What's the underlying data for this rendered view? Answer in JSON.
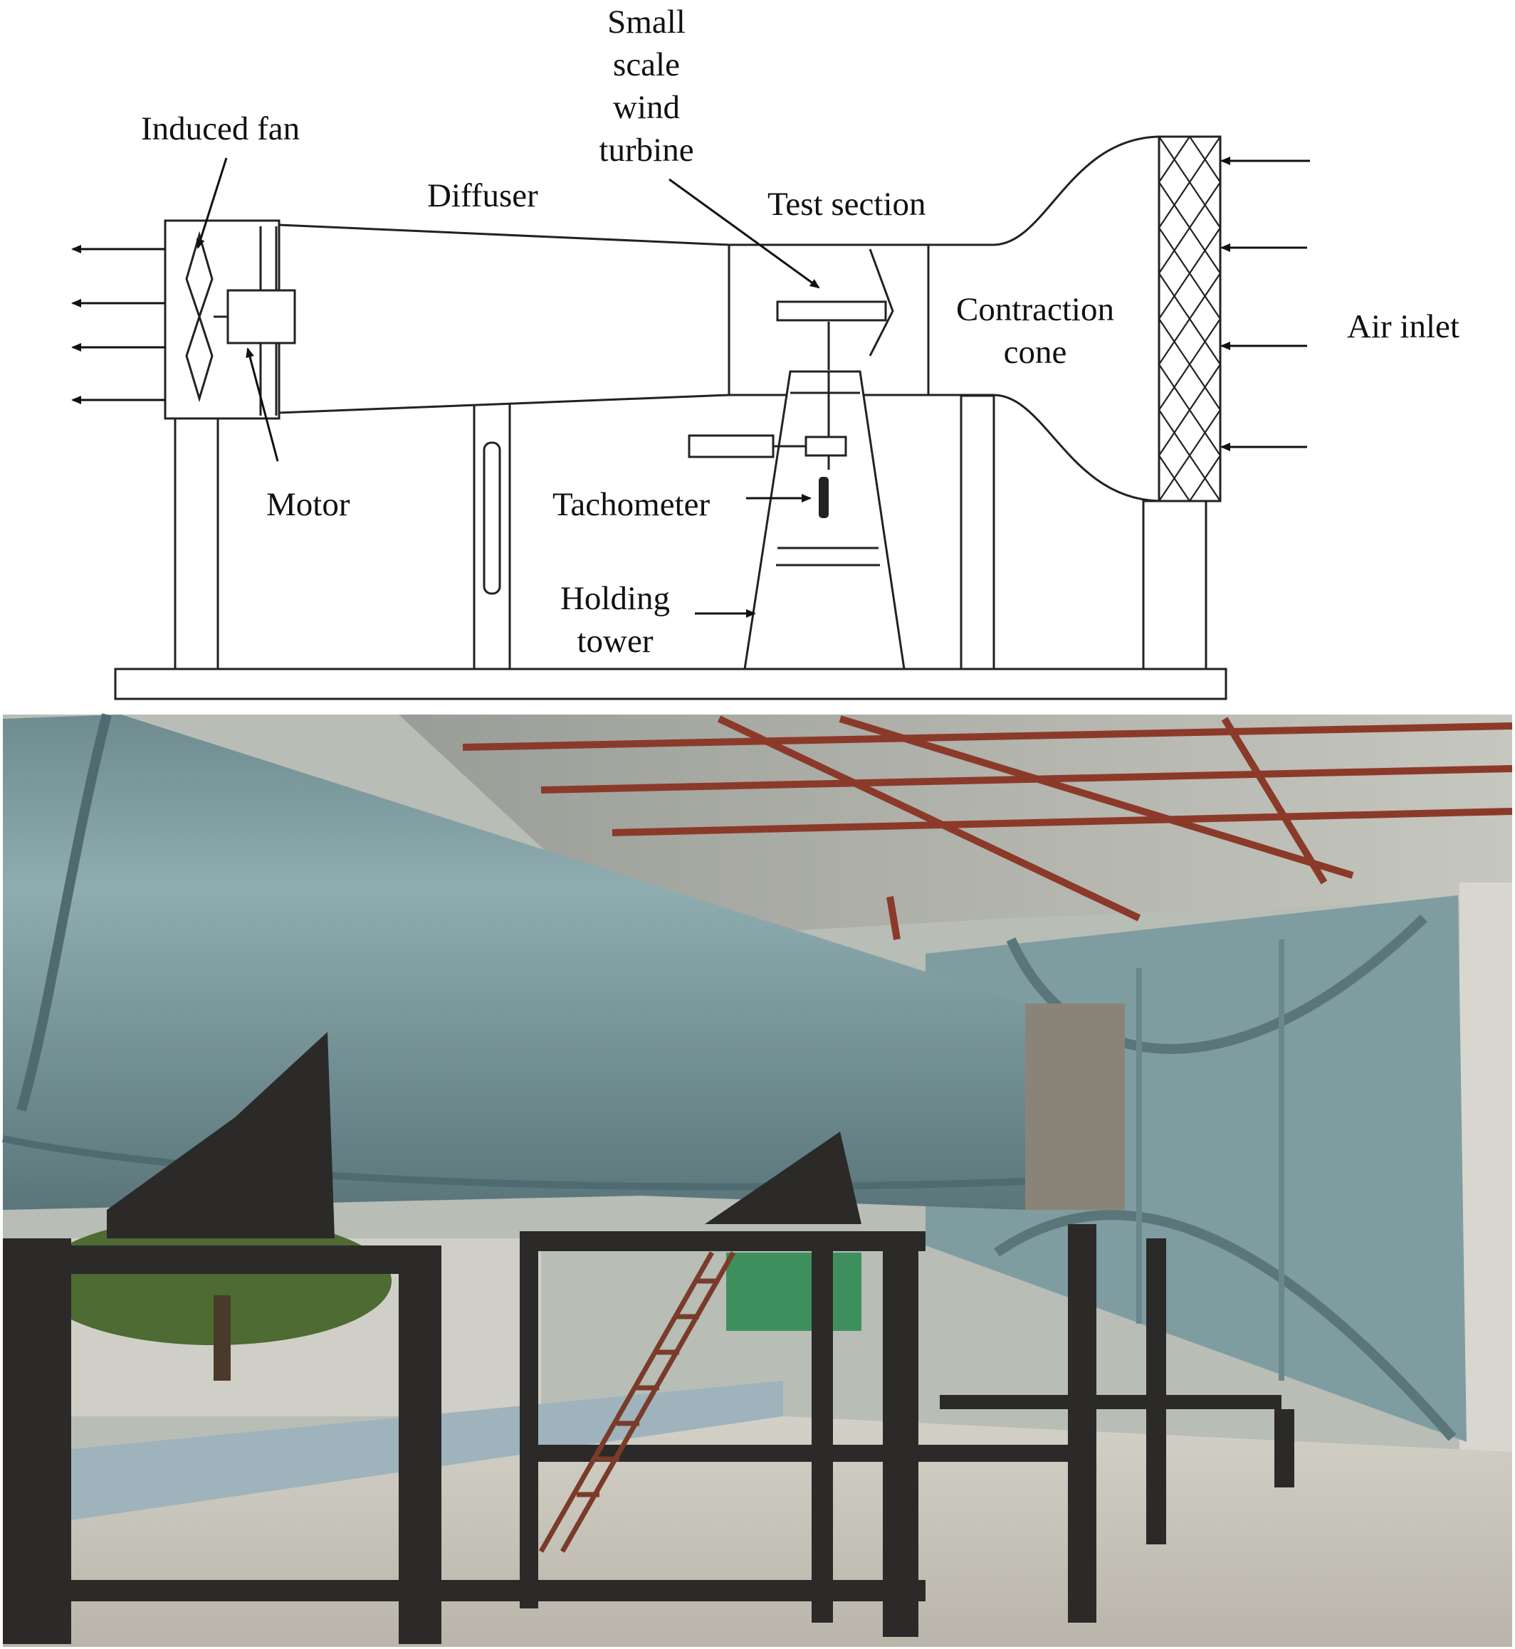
{
  "diagram": {
    "labels": {
      "induced_fan": "Induced fan",
      "diffuser": "Diffuser",
      "small_scale_wind_turbine": [
        "Small",
        "scale",
        "wind",
        "turbine"
      ],
      "test_section": "Test section",
      "contraction_cone": [
        "Contraction",
        "cone"
      ],
      "air_inlet": "Air inlet",
      "motor": "Motor",
      "tachometer": "Tachometer",
      "holding_tower": [
        "Holding",
        "tower"
      ]
    }
  },
  "photo": {
    "palette": {
      "tunnel": "#7d9ba0",
      "tunnel_dark": "#4f6a70",
      "roof": "#8a8f8c",
      "rafter": "#8b3a2a",
      "steel": "#2b2a28",
      "floor": "#c9c5bc",
      "foliage": "#4d6b32",
      "wall": "#9fb3bd"
    }
  }
}
